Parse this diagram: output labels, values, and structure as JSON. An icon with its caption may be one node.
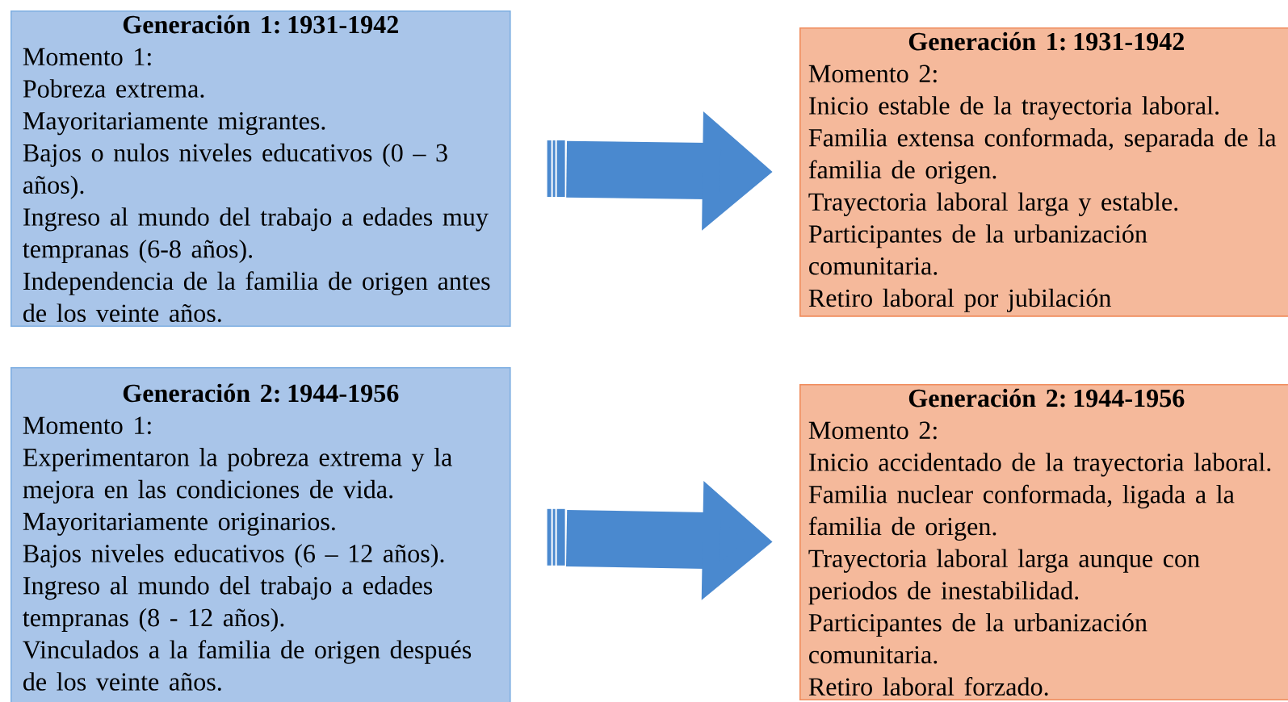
{
  "diagram": {
    "nodes": [
      {
        "text": [
          "Generación 1: 1931-1942",
          "Momento 1:",
          "Pobreza extrema.",
          "Mayoritariamente migrantes.",
          "Bajos o nulos niveles educativos (0 – 3 años).",
          "Ingreso al mundo del trabajo a edades muy tempranas (6-8 años).",
          "Independencia de la familia de origen antes de los veinte años."
        ]
      },
      {
        "text": [
          "Generación 2: 1944-1956",
          "Momento 1:",
          "Experimentaron la pobreza extrema y la mejora en las condiciones de vida.",
          "Mayoritariamente originarios.",
          "Bajos niveles educativos (6 – 12 años).",
          "Ingreso al mundo del trabajo a edades tempranas (8 - 12 años).",
          "Vinculados a la familia de origen después de los veinte años."
        ]
      },
      {
        "text": [
          "Generación 1: 1931-1942",
          "Momento 2:",
          "Inicio estable de la trayectoria laboral.",
          "Familia extensa conformada, separada de la familia de origen.",
          "Trayectoria laboral larga y estable.",
          "Participantes de la urbanización comunitaria.",
          "Retiro laboral por jubilación"
        ]
      },
      {
        "text": [
          "Generación 2: 1944-1956",
          "Momento 2:",
          "Inicio accidentado de la trayectoria laboral.",
          "Familia nuclear conformada, ligada a la familia de origen.",
          "Trayectoria laboral larga aunque con periodos de inestabilidad.",
          "Participantes de la urbanización comunitaria.",
          "Retiro laboral forzado."
        ]
      }
    ],
    "edges": [
      {
        "from": 0,
        "to": 2,
        "arrow": "to"
      },
      {
        "from": 1,
        "to": 3,
        "arrow": "to"
      }
    ]
  }
}
